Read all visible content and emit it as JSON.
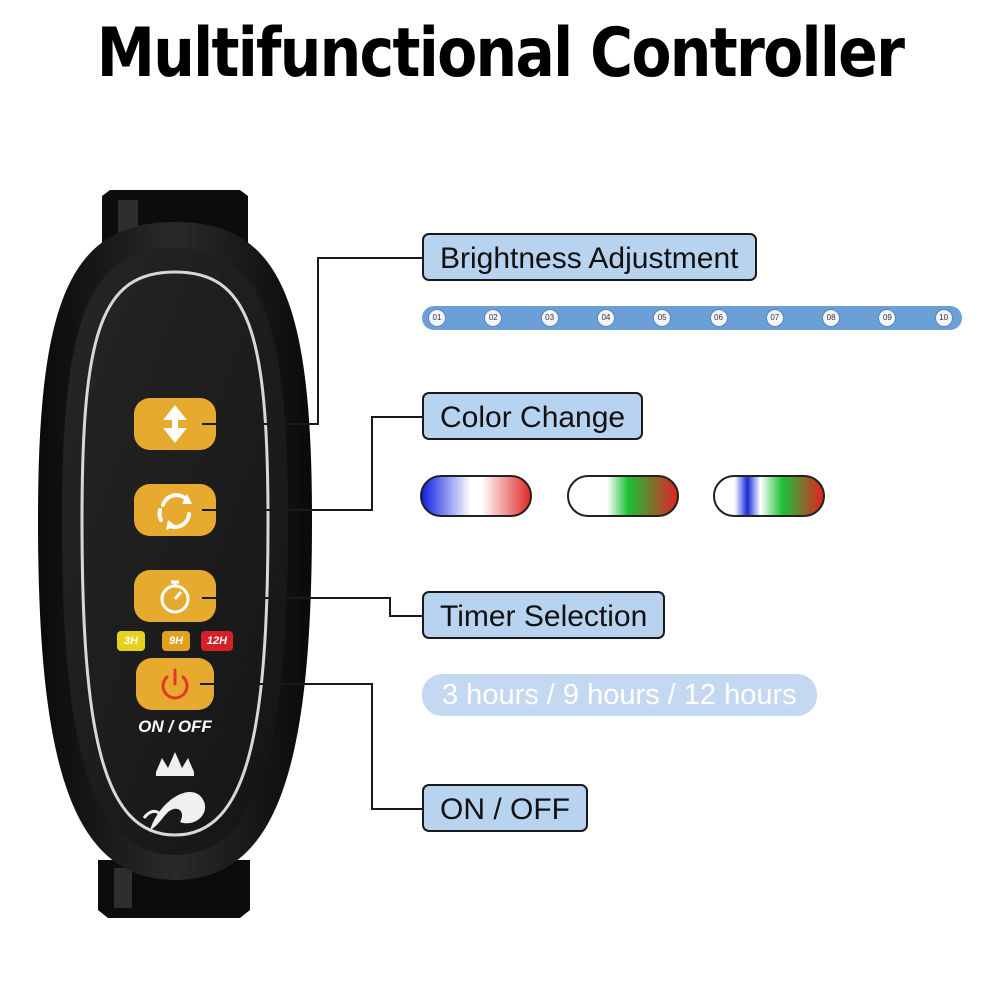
{
  "title": "Multifunctional Controller",
  "labels": {
    "brightness": "Brightness Adjustment",
    "color": "Color Change",
    "timer": "Timer Selection",
    "onoff": "ON / OFF"
  },
  "brightness_levels": [
    "01",
    "02",
    "03",
    "04",
    "05",
    "06",
    "07",
    "08",
    "09",
    "10"
  ],
  "timer_text": "3 hours / 9 hours / 12 hours",
  "controller": {
    "timer_badges": [
      {
        "label": "3H",
        "color": "#e6d21e"
      },
      {
        "label": "9H",
        "color": "#e0a21c"
      },
      {
        "label": "12H",
        "color": "#d6202a"
      }
    ],
    "onoff_caption": "ON / OFF"
  },
  "icons": {
    "brightness": "up-down-arrows-icon",
    "color": "cycle-arrows-icon",
    "timer": "stopwatch-icon",
    "power": "power-icon",
    "logo": "crowned-dolphin-logo"
  },
  "colors": {
    "button": "#e6ab2e",
    "label_fill": "#b8d3f0",
    "scale_bar": "#6c9fd6",
    "power_red": "#e4362a",
    "body": "#141414"
  }
}
